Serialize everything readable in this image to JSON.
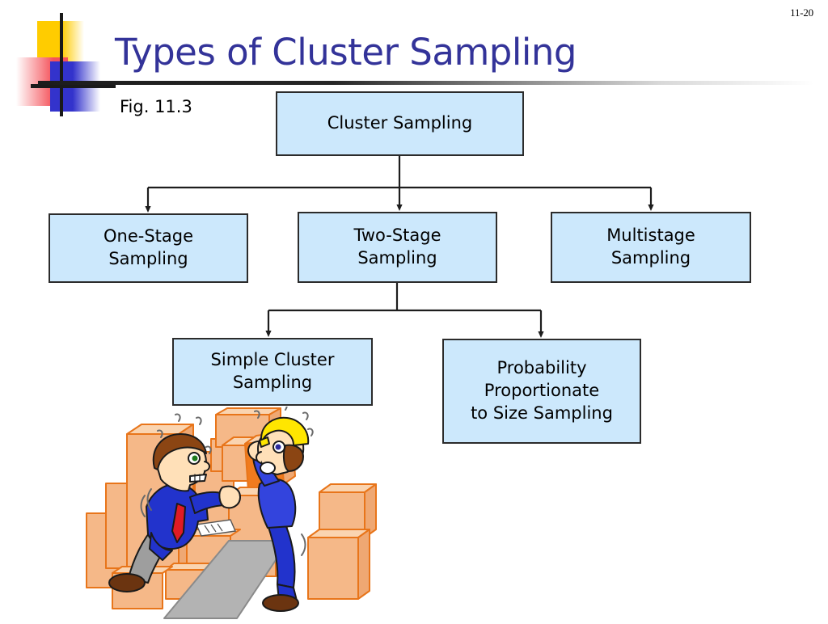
{
  "slide": {
    "page_number": "11-20",
    "title": "Types of Cluster Sampling",
    "figure_label": "Fig. 11.3"
  },
  "colors": {
    "title": "#333399",
    "node_fill": "#CCE8FC",
    "node_border": "#2b2b2b",
    "logo_yellow": "#FFCC00",
    "logo_red": "#F4525A",
    "logo_blue": "#3333CC",
    "box_face": "#F5B888",
    "box_top": "#FAD4B0",
    "box_outline": "#E8751A"
  },
  "chart_data": {
    "type": "diagram",
    "title": "Types of Cluster Sampling",
    "orientation": "top-down",
    "nodes": [
      {
        "id": "root",
        "label": "Cluster Sampling",
        "level": 0
      },
      {
        "id": "one",
        "label": "One-Stage\nSampling",
        "level": 1
      },
      {
        "id": "two",
        "label": "Two-Stage\nSampling",
        "level": 1
      },
      {
        "id": "multi",
        "label": "Multistage\nSampling",
        "level": 1
      },
      {
        "id": "simple",
        "label": "Simple Cluster\nSampling",
        "level": 2
      },
      {
        "id": "pps",
        "label": "Probability\nProportionate\nto Size Sampling",
        "level": 2
      }
    ],
    "edges": [
      {
        "from": "root",
        "to": "one"
      },
      {
        "from": "root",
        "to": "two"
      },
      {
        "from": "root",
        "to": "multi"
      },
      {
        "from": "two",
        "to": "simple"
      },
      {
        "from": "two",
        "to": "pps"
      }
    ]
  },
  "illustration": {
    "name": "two-workers-stacking-boxes",
    "description": "Cartoon of two warehouse workers straining against stacks of cardboard boxes"
  }
}
